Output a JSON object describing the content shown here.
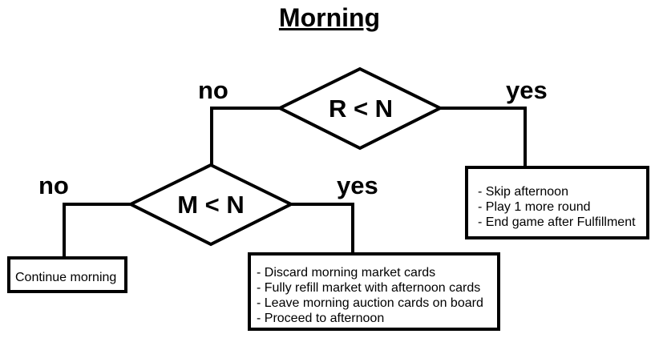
{
  "title": "Morning",
  "top_decision": {
    "condition": "R < N",
    "no_label": "no",
    "yes_label": "yes"
  },
  "second_decision": {
    "condition": "M < N",
    "no_label": "no",
    "yes_label": "yes"
  },
  "outcomes": {
    "rn_yes": [
      "Skip afternoon",
      "Play 1 more round",
      "End game after Fulfillment"
    ],
    "mn_no": "Continue morning",
    "mn_yes": [
      "Discard morning market cards",
      "Fully refill market with afternoon cards",
      "Leave morning auction cards on board",
      "Proceed to afternoon"
    ]
  }
}
